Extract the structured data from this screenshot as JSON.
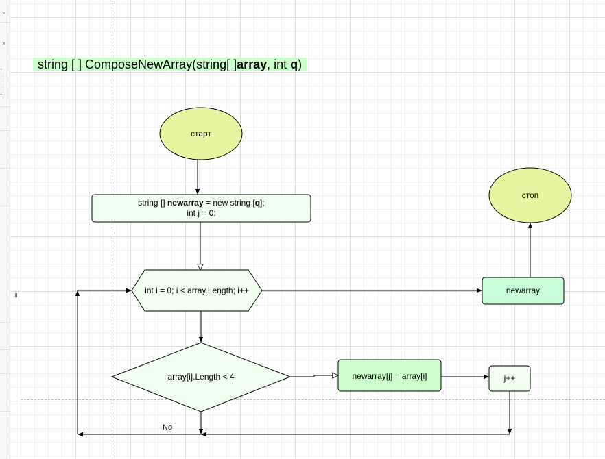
{
  "function_signature": {
    "part1": "string [ ] ComposeNewArray(string[ ]",
    "part2": "array",
    "part3": ", int ",
    "part4": "q",
    "part5": ")"
  },
  "nodes": {
    "start": "старт",
    "init": {
      "l1_a": "string [] ",
      "l1_b": "newarray",
      "l1_c": " = new string [",
      "l1_d": "q",
      "l1_e": "];",
      "l2": "int j = 0;"
    },
    "loop": "int i = 0; i < array.Length; i++",
    "condition": "array[i].Length < 4",
    "assign": "newarray[j] = array[i]",
    "increment": "j++",
    "output": "newarray",
    "stop": "стоп"
  },
  "edge_labels": {
    "no": "No"
  },
  "colors": {
    "terminal": "#e6f5a0",
    "process": "#f0fff0",
    "loop": "#f2fff0",
    "assign": "#ccffcc",
    "output": "#c8ffd8",
    "title_bg": "#ccffcc",
    "line": "#000000"
  },
  "sidebar_icons": [
    "chevron-icon",
    "close-icon",
    "dotted-frame-icon",
    "resize-handle-icon"
  ]
}
